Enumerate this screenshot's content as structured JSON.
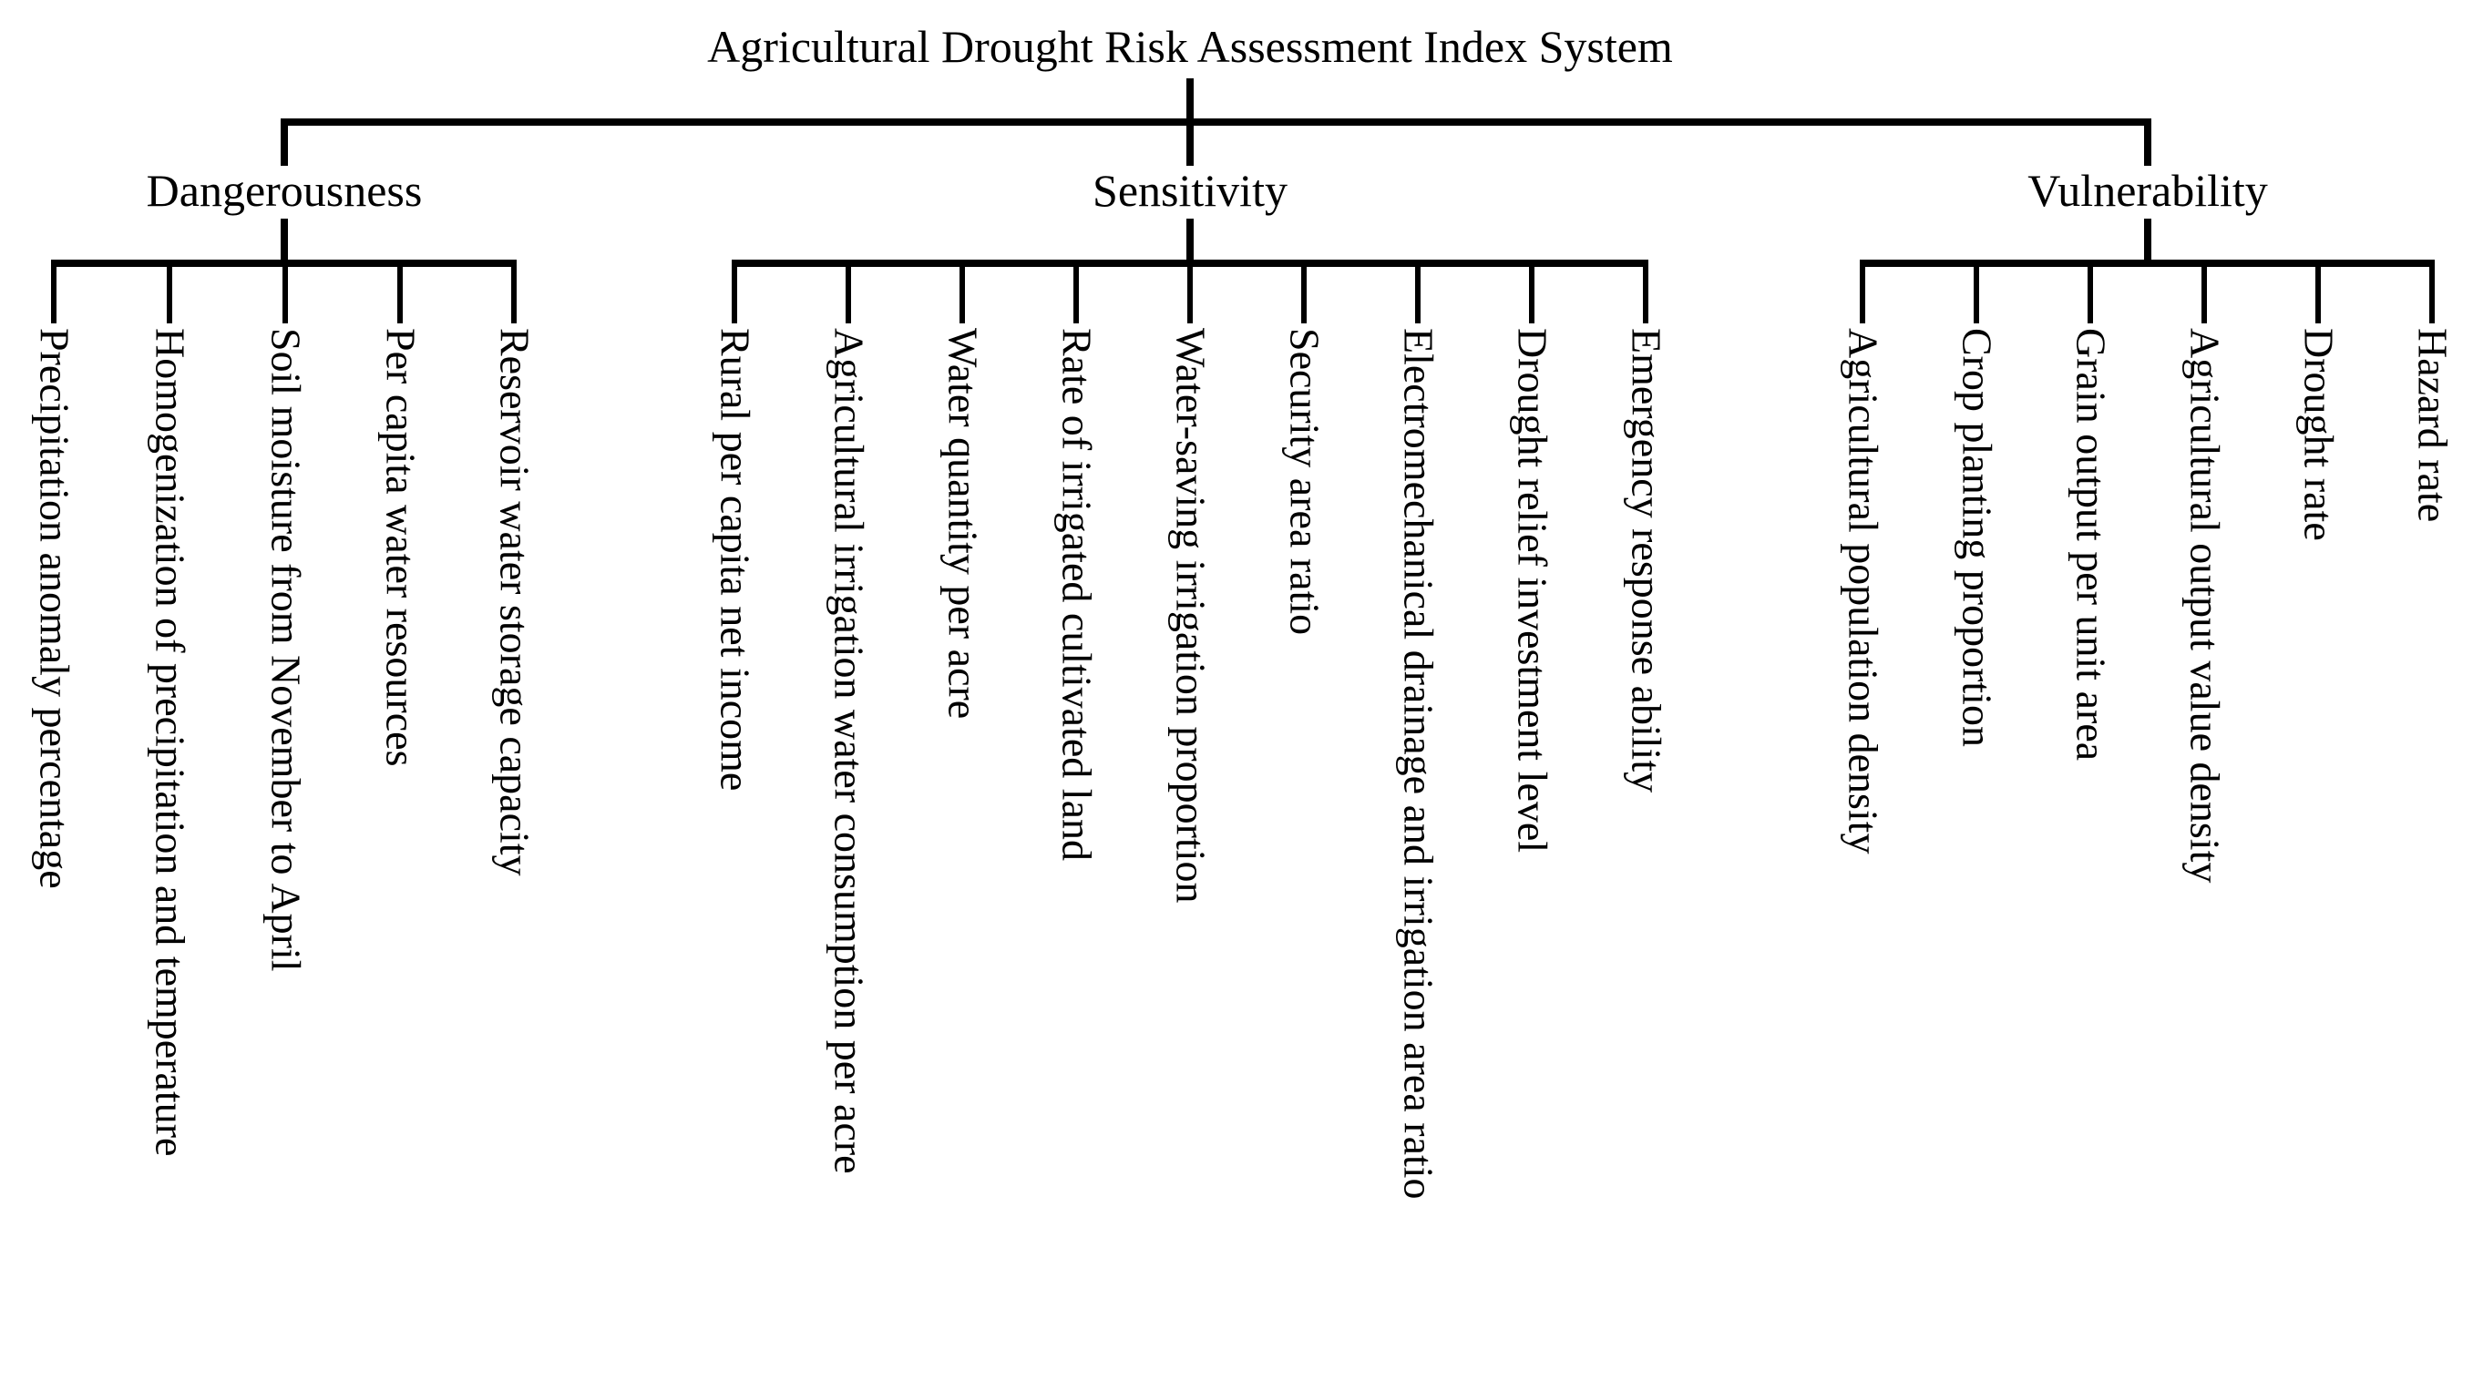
{
  "title": "Agricultural Drought Risk Assessment Index System",
  "branches": [
    {
      "label": "Dangerousness",
      "leaves": [
        "Precipitation anomaly percentage",
        "Homogenization of precipitation and temperature",
        "Soil moisture from November to April",
        "Per capita water resources",
        "Reservoir water storage capacity"
      ]
    },
    {
      "label": "Sensitivity",
      "leaves": [
        "Rural per capita net income",
        "Agricultural irrigation water consumption per acre",
        "Water quantity per acre",
        "Rate of irrigated cultivated land",
        "Water-saving irrigation proportion",
        "Security area ratio",
        "Electromechanical drainage and irrigation area ratio",
        "Drought relief investment level",
        "Emergency response ability"
      ]
    },
    {
      "label": "Vulnerability",
      "leaves": [
        "Agricultural population density",
        "Crop planting proportion",
        "Grain output per unit area",
        "Agricultural output value density",
        "Drought rate",
        "Hazard rate"
      ]
    }
  ],
  "colors": {
    "line": "#000000",
    "text": "#000000",
    "background": "#ffffff"
  }
}
